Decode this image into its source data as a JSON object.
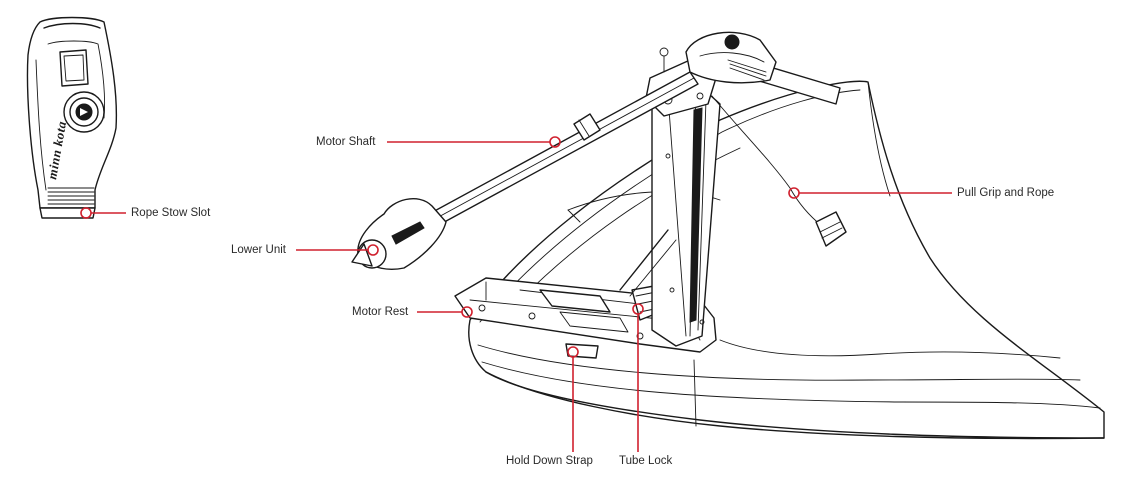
{
  "colors": {
    "accent": "#d0202e",
    "ink": "#1a1a1a",
    "background": "#ffffff"
  },
  "handle": {
    "logo_text": "minn kota"
  },
  "callouts": {
    "rope_stow_slot": "Rope Stow Slot",
    "motor_shaft": "Motor Shaft",
    "lower_unit": "Lower Unit",
    "motor_rest": "Motor Rest",
    "pull_grip_and_rope": "Pull Grip and Rope",
    "hold_down_strap": "Hold Down Strap",
    "tube_lock": "Tube Lock"
  }
}
